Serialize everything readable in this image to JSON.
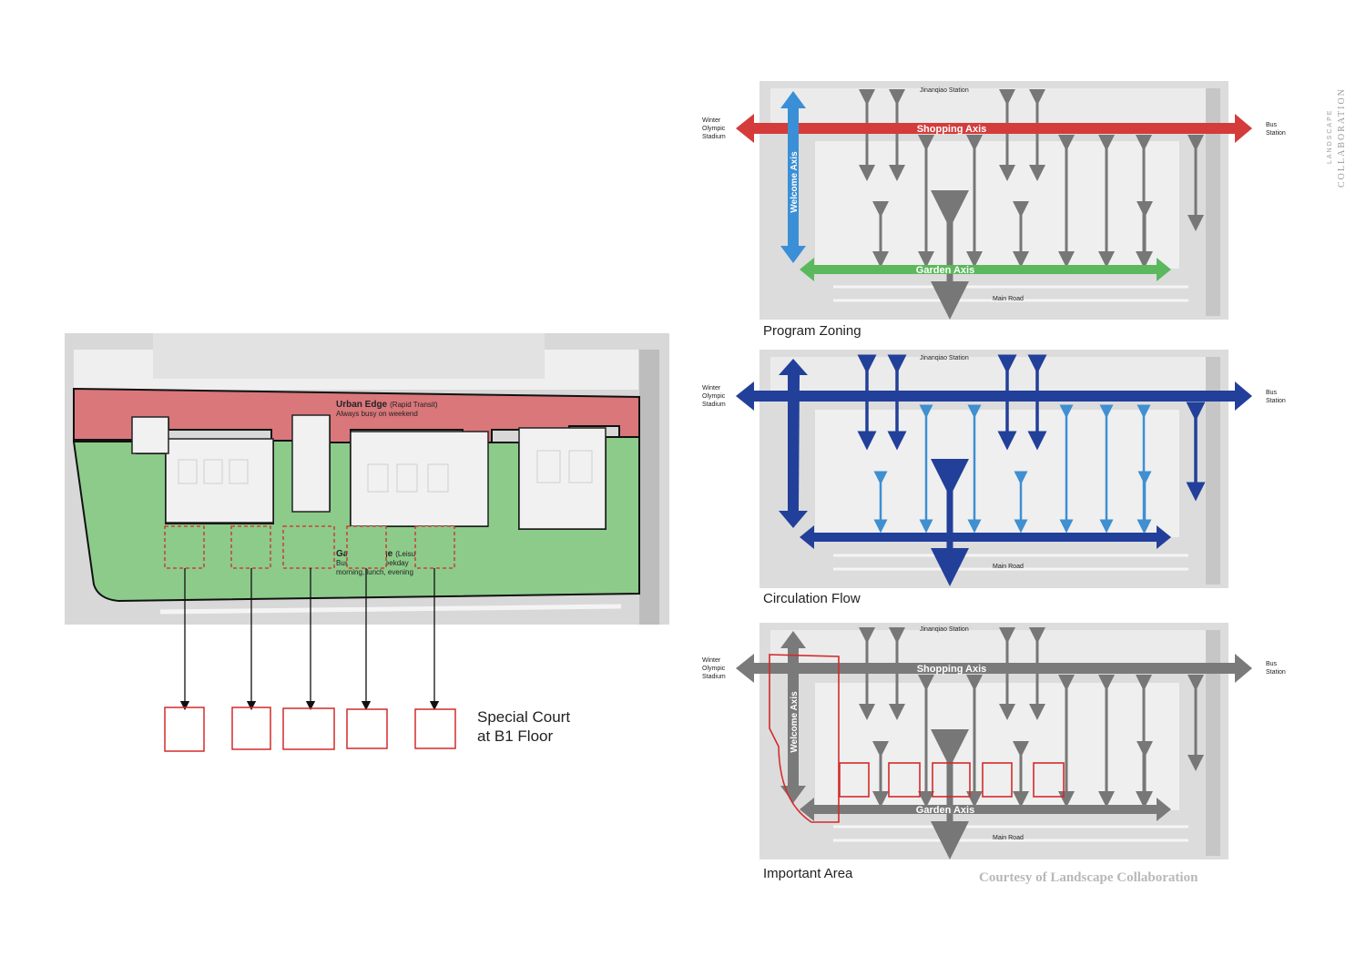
{
  "site_plan": {
    "urban_edge": {
      "title": "Urban Edge",
      "sub": "(Rapid Transit)",
      "note": "Always busy on weekend"
    },
    "garden_edge": {
      "title": "Garden Edge",
      "sub": "(Leisure)",
      "note1": "Busy only on weekday",
      "note2": "morning, lunch, evening"
    },
    "court_label_line1": "Special Court",
    "court_label_line2": "at B1 Floor"
  },
  "panels": [
    {
      "caption": "Program Zoning",
      "labels": {
        "top": "Jinanqiao Station",
        "bottom": "Main Road",
        "left1": "Winter",
        "left2": "Olympic",
        "left3": "Stadium",
        "right1": "Bus",
        "right2": "Station"
      },
      "axes": {
        "shopping": "Shopping Axis",
        "welcome": "Welcome Axis",
        "garden": "Garden Axis"
      }
    },
    {
      "caption": "Circulation Flow",
      "labels": {
        "top": "Jinanqiao Station",
        "bottom": "Main Road",
        "left1": "Winter",
        "left2": "Olympic",
        "left3": "Stadium",
        "right1": "Bus",
        "right2": "Station"
      }
    },
    {
      "caption": "Important Area",
      "labels": {
        "top": "Jinanqiao Station",
        "bottom": "Main Road",
        "left1": "Winter",
        "left2": "Olympic",
        "left3": "Stadium",
        "right1": "Bus",
        "right2": "Station"
      },
      "axes": {
        "shopping": "Shopping Axis",
        "welcome": "Welcome Axis",
        "garden": "Garden Axis"
      }
    }
  ],
  "brand": {
    "line1": "LANDSCAPE",
    "line2": "COLLABORATION"
  },
  "credit": "Courtesy of Landscape Collaboration",
  "colors": {
    "shopping": "#d43c3c",
    "welcome": "#3a8fd6",
    "garden": "#5cb85c",
    "circulation_dark": "#22409a",
    "circulation_light": "#3f8fd1",
    "gray_arrow": "#777777",
    "court_outline": "#d42a2a"
  }
}
